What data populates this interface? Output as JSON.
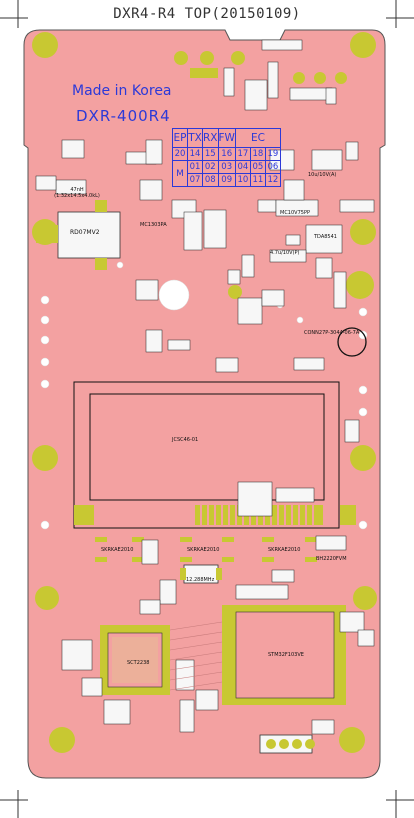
{
  "title": "DXR4-R4 TOP(20150109)",
  "board": {
    "made_in": "Made in Korea",
    "model": "DXR-400R4"
  },
  "dip_table": {
    "headers": [
      "EP",
      "TX",
      "RX",
      "FW",
      "EC"
    ],
    "row_top": [
      "20",
      "14",
      "15",
      "16",
      "17",
      "18",
      "19"
    ],
    "row_mid_label": "M",
    "row_mid": [
      "01",
      "02",
      "03",
      "04",
      "05",
      "06"
    ],
    "row_bot": [
      "07",
      "08",
      "09",
      "10",
      "11",
      "12"
    ]
  },
  "labels": {
    "lcd": "JCSC46-01",
    "mcu": "SCT2238",
    "mcu2": "STM32F103VE",
    "crystal": "12.288MHz",
    "coil": "47nH (1.32x14.5x4.0kL)",
    "rd07": "RD07MV2",
    "ta": "TDA8541",
    "bh": "BH2220FVM",
    "skrka1": "SKRKAE2010",
    "skrka2": "SKRKAE2010",
    "skrka3": "SKRKAE2010",
    "conn": "CONN27P-3044-06-7A",
    "cap": "10u/10V(A)",
    "tantal": "4.7u/10V(P)",
    "mc1": "MC1303PA",
    "mc2": "MC10V75PP"
  },
  "colors": {
    "board": "#f3a1a1",
    "pad": "#c8c832",
    "silk": "#2c39d8",
    "lcd_outline": "#111111"
  }
}
